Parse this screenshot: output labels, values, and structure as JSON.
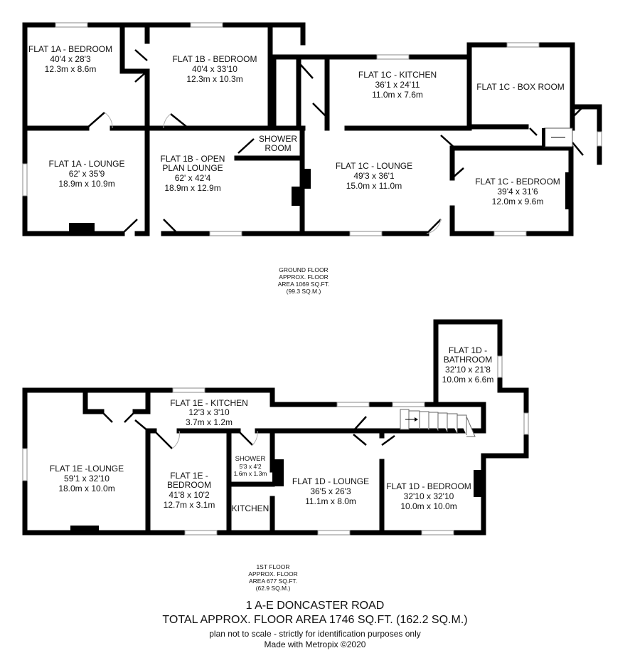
{
  "ground_floor": {
    "rooms": [
      {
        "lines": [
          "FLAT 1A - BEDROOM",
          "40'4 x 28'3",
          "12.3m x 8.6m"
        ]
      },
      {
        "lines": [
          "FLAT 1B - BEDROOM",
          "40'4 x 33'10",
          "12.3m x 10.3m"
        ]
      },
      {
        "lines": [
          "FLAT 1C - KITCHEN",
          "36'1 x 24'11",
          "11.0m x 7.6m"
        ]
      },
      {
        "lines": [
          "FLAT 1C - BOX ROOM"
        ]
      },
      {
        "lines": [
          "FLAT 1A - LOUNGE",
          "62' x 35'9",
          "18.9m x 10.9m"
        ]
      },
      {
        "lines": [
          "FLAT 1B - OPEN",
          "PLAN LOUNGE",
          "62' x 42'4",
          "18.9m x 12.9m"
        ]
      },
      {
        "lines": [
          "SHOWER",
          "ROOM"
        ]
      },
      {
        "lines": [
          "FLAT 1C - LOUNGE",
          "49'3 x 36'1",
          "15.0m x 11.0m"
        ]
      },
      {
        "lines": [
          "FLAT 1C - BEDROOM",
          "39'4 x 31'6",
          "12.0m x 9.6m"
        ]
      }
    ],
    "area_note": [
      "GROUND FLOOR",
      "APPROX. FLOOR",
      "AREA 1069 SQ.FT.",
      "(99.3 SQ.M.)"
    ]
  },
  "first_floor": {
    "rooms": [
      {
        "lines": [
          "FLAT 1D -",
          "BATHROOM",
          "32'10 x 21'8",
          "10.0m x 6.6m"
        ]
      },
      {
        "lines": [
          "FLAT 1E - KITCHEN",
          "12'3 x 3'10",
          "3.7m x 1.2m"
        ]
      },
      {
        "lines": [
          "FLAT 1E -LOUNGE",
          "59'1 x 32'10",
          "18.0m x 10.0m"
        ]
      },
      {
        "lines": [
          "FLAT 1E -",
          "BEDROOM",
          "41'8 x 10'2",
          "12.7m x 3.1m"
        ]
      },
      {
        "lines": [
          "SHOWER",
          "5'3 x 4'2",
          "1.6m x 1.3m"
        ]
      },
      {
        "lines": [
          "KITCHEN"
        ]
      },
      {
        "lines": [
          "FLAT 1D - LOUNGE",
          "36'5 x 26'3",
          "11.1m x 8.0m"
        ]
      },
      {
        "lines": [
          "FLAT 1D - BEDROOM",
          "32'10 x 32'10",
          "10.0m x 10.0m"
        ]
      }
    ],
    "area_note": [
      "1ST FLOOR",
      "APPROX. FLOOR",
      "AREA 677 SQ.FT.",
      "(62.9 SQ.M.)"
    ]
  },
  "footer": {
    "address": "1 A-E DONCASTER ROAD",
    "total_area": "TOTAL APPROX. FLOOR AREA 1746 SQ.FT. (162.2 SQ.M.)",
    "disclaimer": "plan not to scale - strictly for identification purposes only",
    "credit": "Made with Metropix ©2020"
  }
}
